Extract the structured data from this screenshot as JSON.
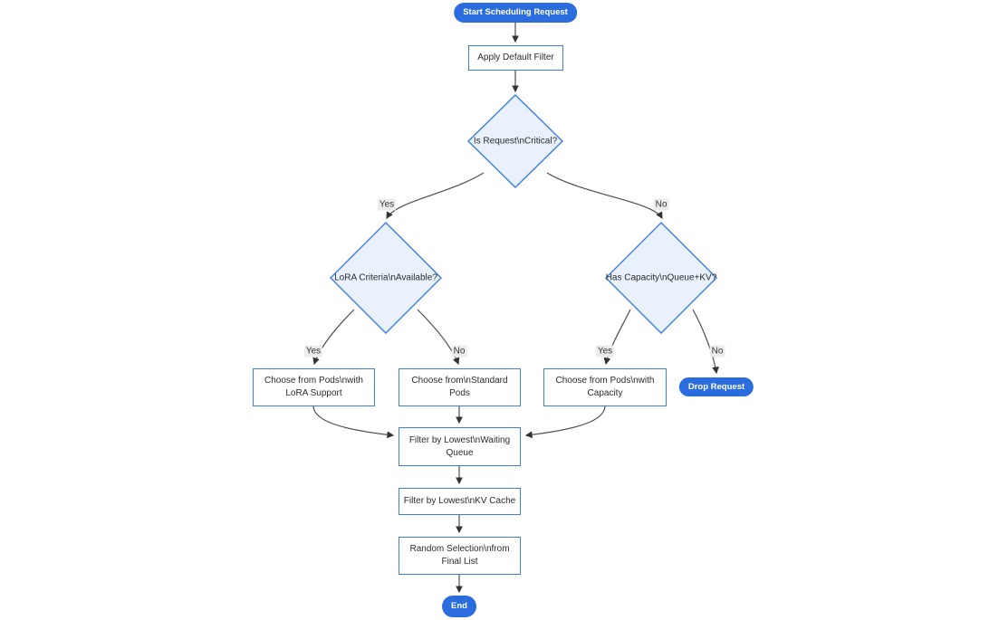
{
  "diagram": {
    "kind": "flowchart",
    "direction": "top-down",
    "background": "#ffffff"
  },
  "colors": {
    "terminal_fill": "#2b6cdf",
    "terminal_text": "#ffffff",
    "node_border": "#3d7edb",
    "process_fill": "#ffffff",
    "decision_fill": "#e8f1fc",
    "node_text": "#2b2b2b",
    "edge_line": "#4d4d4d",
    "edge_label_bg": "#ececec",
    "edge_label_text": "#333333"
  },
  "nodes": {
    "start": {
      "shape": "stadium",
      "label": "Start Scheduling Request"
    },
    "apply_default_filter": {
      "shape": "rect",
      "label": "Apply Default Filter"
    },
    "is_critical": {
      "shape": "diamond",
      "label": "Is Request\\nCritical?"
    },
    "lora_criteria": {
      "shape": "diamond",
      "label": "LoRA Criteria\\nAvailable?"
    },
    "has_capacity": {
      "shape": "diamond",
      "label": "Has Capacity\\nQueue+KV?"
    },
    "choose_pods_lora": {
      "shape": "rect",
      "lines": [
        "Choose from Pods\\nwith",
        "LoRA Support"
      ]
    },
    "choose_standard": {
      "shape": "rect",
      "lines": [
        "Choose from\\nStandard",
        "Pods"
      ]
    },
    "choose_pods_capacity": {
      "shape": "rect",
      "lines": [
        "Choose from Pods\\nwith",
        "Capacity"
      ]
    },
    "drop_request": {
      "shape": "stadium",
      "label": "Drop Request"
    },
    "filter_waiting_queue": {
      "shape": "rect",
      "lines": [
        "Filter by Lowest\\nWaiting",
        "Queue"
      ]
    },
    "filter_kv_cache": {
      "shape": "rect",
      "label": "Filter by Lowest\\nKV Cache"
    },
    "random_selection": {
      "shape": "rect",
      "lines": [
        "Random Selection\\nfrom",
        "Final List"
      ]
    },
    "end": {
      "shape": "stadium",
      "label": "End"
    }
  },
  "edge_labels": {
    "critical_yes": "Yes",
    "critical_no": "No",
    "lora_yes": "Yes",
    "lora_no": "No",
    "capacity_yes": "Yes",
    "capacity_no": "No"
  }
}
